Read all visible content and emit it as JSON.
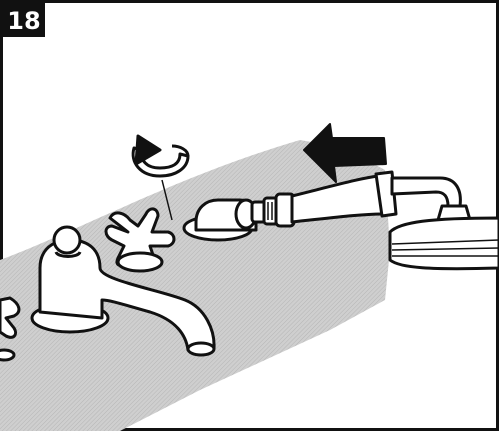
{
  "step": {
    "number": "18"
  },
  "colors": {
    "ink": "#111111",
    "deck_shade": "#bdbdbd",
    "background": "#ffffff",
    "step_badge": "#111111",
    "step_badge_text": "#ffffff"
  },
  "illustration": {
    "parts": [
      "deck-surface",
      "tub-spout",
      "cross-handle-left",
      "cross-handle-center",
      "rotation-arrow-icon",
      "hand-shower-outlet",
      "hose-connector",
      "hand-shower-handle",
      "shower-head",
      "direction-arrow-icon"
    ]
  }
}
